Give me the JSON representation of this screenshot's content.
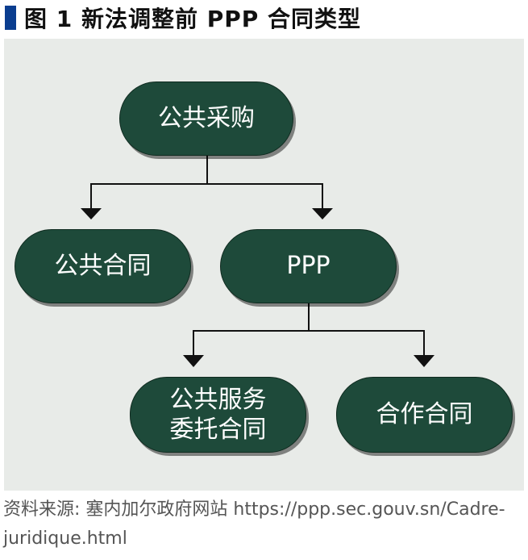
{
  "title": {
    "text": "图 1  新法调整前 PPP 合同类型"
  },
  "diagram": {
    "nodes": {
      "root": {
        "label": "公共采购"
      },
      "public_contract": {
        "label": "公共合同"
      },
      "ppp": {
        "label": "PPP"
      },
      "service_delegation": {
        "line1": "公共服务",
        "line2": "委托合同"
      },
      "partnership_contract": {
        "label": "合作合同"
      }
    }
  },
  "source": {
    "text": "资料来源: 塞内加尔政府网站 https://ppp.sec.gouv.sn/Cadre-juridique.html"
  },
  "colors": {
    "node_fill": "#1e4a3a",
    "panel_background": "#e8ebe8",
    "title_marker": "#0a3d8f",
    "connector": "#111111"
  }
}
